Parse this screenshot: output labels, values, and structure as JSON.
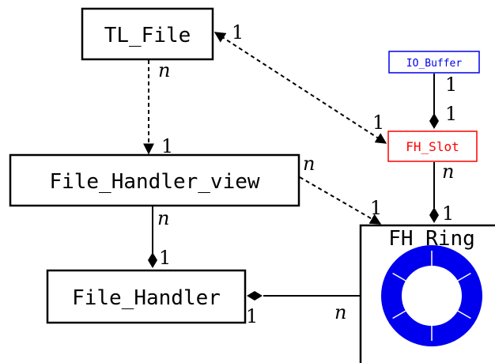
{
  "colors": {
    "black": "#000000",
    "red": "#ff0000",
    "blue": "#0000ee",
    "ring": "#0000ee"
  },
  "nodes": {
    "tl_file": "TL_File",
    "file_handler_view": "File_Handler_view",
    "file_handler": "File_Handler",
    "io_buffer": "IO_Buffer",
    "fh_slot": "FH_Slot",
    "fh_ring": "FH_Ring"
  },
  "labels": {
    "tl_file_to_fhv_top": "n",
    "tl_file_to_fhv_bottom": "1",
    "tl_file_to_slot_left": "1",
    "tl_file_to_slot_right": "1",
    "io_to_slot_top": "1",
    "io_to_slot_bottom": "1",
    "slot_to_ring_top": "n",
    "slot_to_ring_bottom": "1",
    "fhv_to_ring_left": "n",
    "fhv_to_ring_right": "1",
    "fhv_to_fh_top": "n",
    "fhv_to_fh_bottom": "1",
    "ring_to_fh_left": "1",
    "ring_to_fh_right": "n"
  }
}
